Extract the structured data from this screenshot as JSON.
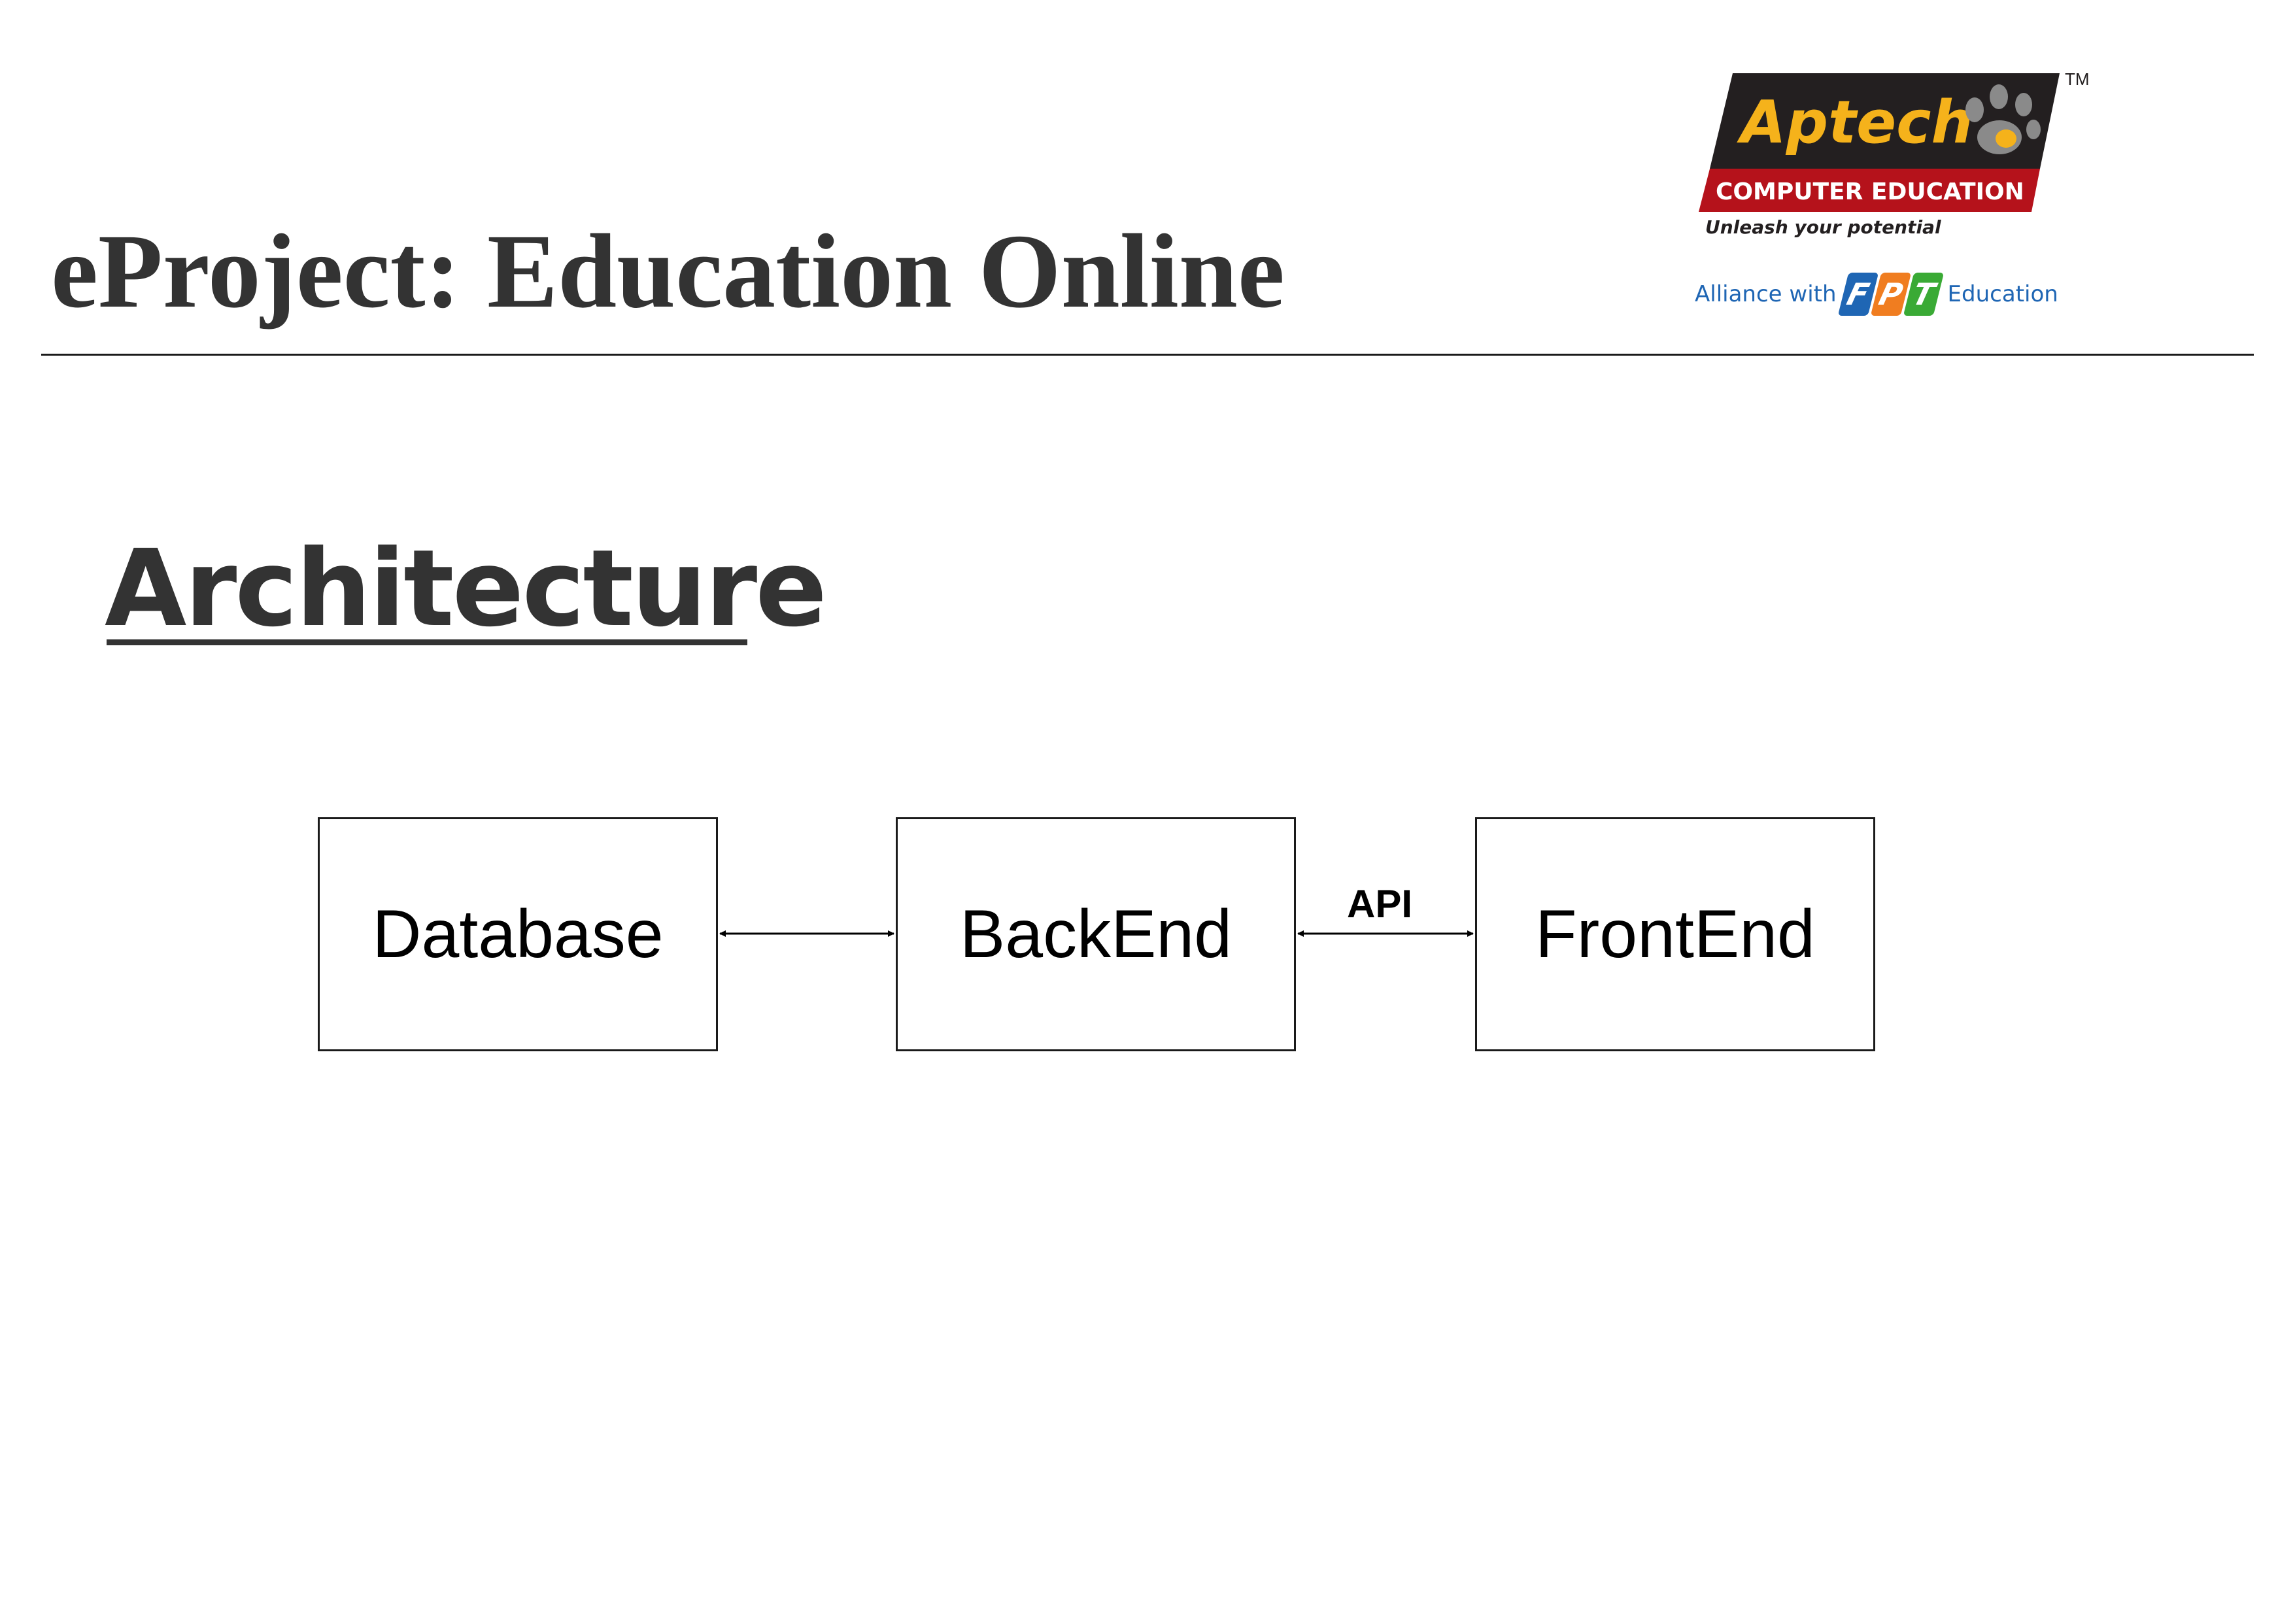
{
  "header": {
    "title": "eProject: Education Online"
  },
  "logo": {
    "brand": "Aptech",
    "division": "COMPUTER EDUCATION",
    "tagline": "Unleash your potential",
    "trademark": "TM",
    "alliance_prefix": "Alliance with",
    "alliance_partner": "FPT",
    "alliance_suffix": "Education",
    "colors": {
      "black": "#231f20",
      "yellow": "#f5b21b",
      "red": "#b5121b",
      "blue": "#1f66b4",
      "orange": "#f07d20",
      "green": "#3aaa35"
    }
  },
  "section": {
    "heading": "Architecture"
  },
  "diagram": {
    "nodes": [
      {
        "id": "database",
        "label": "Database"
      },
      {
        "id": "backend",
        "label": "BackEnd"
      },
      {
        "id": "frontend",
        "label": "FrontEnd"
      }
    ],
    "edges": [
      {
        "from": "database",
        "to": "backend",
        "label": "",
        "bidirectional": true
      },
      {
        "from": "backend",
        "to": "frontend",
        "label": "API",
        "bidirectional": true
      }
    ]
  }
}
